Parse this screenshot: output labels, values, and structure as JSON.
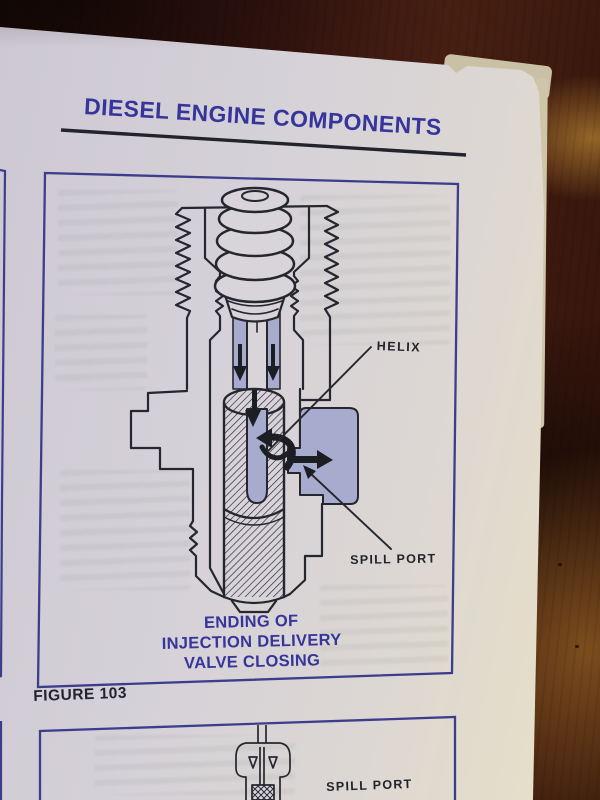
{
  "page": {
    "title": "DIESEL ENGINE COMPONENTS",
    "figure_1": {
      "labels": {
        "helix": "HELIX",
        "spill_port": "SPILL PORT"
      },
      "caption_lines": [
        "ENDING OF",
        "INJECTION DELIVERY",
        "VALVE CLOSING"
      ],
      "figure_number": "FIGURE 103"
    },
    "figure_2": {
      "labels": {
        "spill_port": "SPILL PORT"
      }
    }
  },
  "colors": {
    "title_blue": "#35359c",
    "figure_border_blue": "#3d3d8e",
    "diagram_line": "#26262e",
    "diagram_fill_blue": "#a7abce",
    "label_black": "#23232b",
    "page_cool": "#d3ced6",
    "page_warm": "#e6dfc7",
    "wood_dark": "#2a0f08",
    "wood_glow": "#8a5c20"
  }
}
